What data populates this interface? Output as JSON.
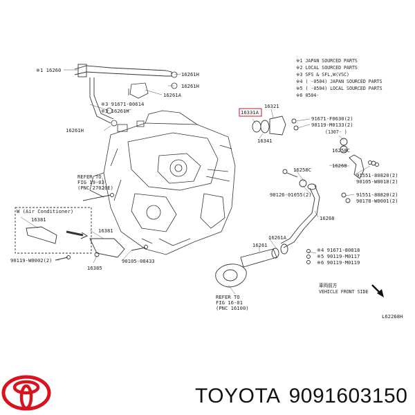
{
  "legend": [
    "※1 JAPAN SOURCED PARTS",
    "※2 LOCAL SOURCED PARTS",
    "※3 SFS & SFL,W(VSC)",
    "※4 (   -0504) JAPAN SOURCED PARTS",
    "※5 (   -0504) LOCAL SOURCED PARTS",
    "※6 0504-"
  ],
  "date_range": "(1307-      )",
  "part_labels": {
    "p16260": "※1 16260",
    "p16261H_a": "16261H",
    "p16261H_b": "16261H",
    "p16261A_a": "16261A",
    "p91671": "※3 91671-80614",
    "p16261H_c": "※3 16261H",
    "p16261H_d": "16261H",
    "p16321": "16321",
    "p16331A": "16331A",
    "p16341": "16341",
    "p91671F": "91671-F0630(2)",
    "p90119M": "90119-M0133(2)",
    "p16258C_a": "16258C",
    "p16268_a": "16268",
    "p16258C_b": "16258C",
    "p91551a": "91551-80820(2)",
    "p90105a": "90105-W0018(2)",
    "p90126": "90126-01055(2)",
    "p91551b": "91551-80820(2)",
    "p90178": "90178-W0001(2)",
    "p16268_b": "16268",
    "p16381_a": "16381",
    "p16381_b": "16381",
    "p90119W": "90119-W0002(2)",
    "p16385": "16385",
    "p90105b": "90105-08433",
    "p16261": "16261",
    "p16261A_b": "16261A",
    "p91671M": "※4 91671-80818",
    "p90119c": "※5 90119-M0117",
    "p90119d": "※6 90119-M0119"
  },
  "refer_1": [
    "REFER TO",
    "FIG 19-03",
    "(PNC 27020E)"
  ],
  "refer_2": [
    "REFER TO",
    "FIG 16-01",
    "(PNC 16100)"
  ],
  "air_conditioner_label": "W (Air Conditioner)",
  "vehicle_front": [
    "車両前方",
    "VEHICLE FRONT SIDE"
  ],
  "figure_code": "L62268H",
  "brand_name": "TOYOTA",
  "part_number": "9091603150",
  "colors": {
    "brand_red": "#d8131e",
    "line": "#333333",
    "callout_box": "#c8102e"
  }
}
